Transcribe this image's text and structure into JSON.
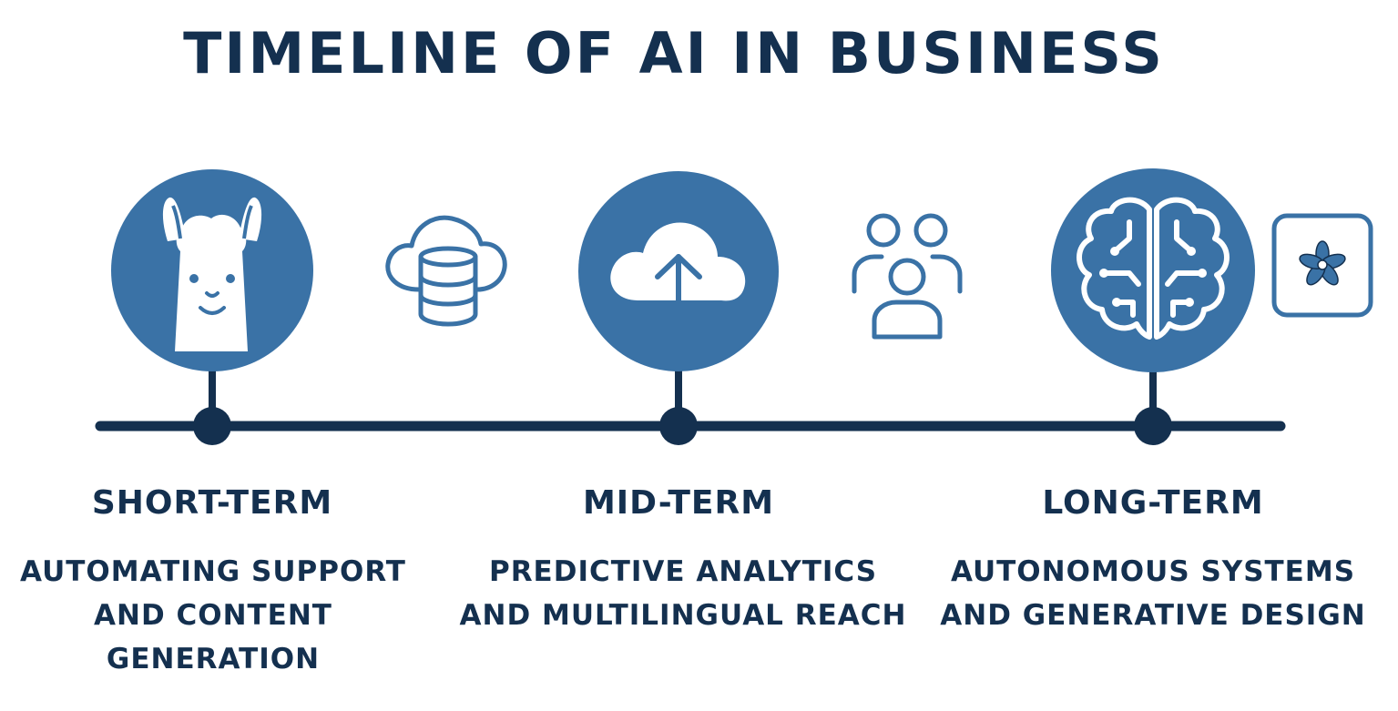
{
  "title": "TIMELINE OF AI IN BUSINESS",
  "colors": {
    "accent": "#3a72a6",
    "navy": "#14304f",
    "background": "#ffffff"
  },
  "phases": [
    {
      "label": "SHORT-TERM",
      "description": "AUTOMATING SUPPORT\nAND CONTENT\nGENERATION",
      "icon": "llama-icon"
    },
    {
      "label": "MID-TERM",
      "description": "PREDICTIVE ANALYTICS\nAND MULTILINGUAL REACH",
      "icon": "cloud-upload-icon"
    },
    {
      "label": "LONG-TERM",
      "description": "AUTONOMOUS SYSTEMS\nAND GENERATIVE DESIGN",
      "icon": "circuit-brain-icon"
    }
  ],
  "side_icons": [
    "cloud-database-icon",
    "people-group-icon",
    "flower-square-icon"
  ]
}
